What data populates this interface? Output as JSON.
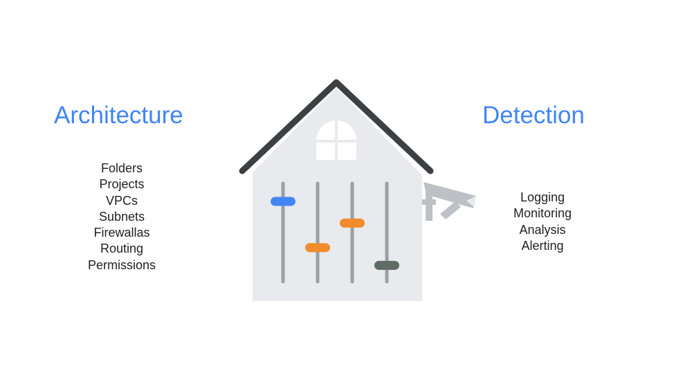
{
  "architecture": {
    "title": "Architecture",
    "items": [
      "Folders",
      "Projects",
      "VPCs",
      "Subnets",
      "Firewallas",
      "Routing",
      "Permissions"
    ]
  },
  "detection": {
    "title": "Detection",
    "items": [
      "Logging",
      "Monitoring",
      "Analysis",
      "Alerting"
    ]
  },
  "colors": {
    "accent": "#4285f4",
    "text": "#202124",
    "wall": "#e8eaed",
    "roof": "#3c4043",
    "track": "#9aa0a6",
    "knob_blue": "#4285f4",
    "knob_orange": "#f28b2c",
    "knob_gray": "#5f6b64",
    "camera": "#bdc1c6"
  },
  "sliders": [
    {
      "name": "slider-1",
      "color": "knob_blue",
      "level": 0.82
    },
    {
      "name": "slider-2",
      "color": "knob_orange",
      "level": 0.35
    },
    {
      "name": "slider-3",
      "color": "knob_orange",
      "level": 0.6
    },
    {
      "name": "slider-4",
      "color": "knob_gray",
      "level": 0.17
    }
  ],
  "icons": [
    "house-icon",
    "window-icon",
    "security-camera-icon"
  ]
}
